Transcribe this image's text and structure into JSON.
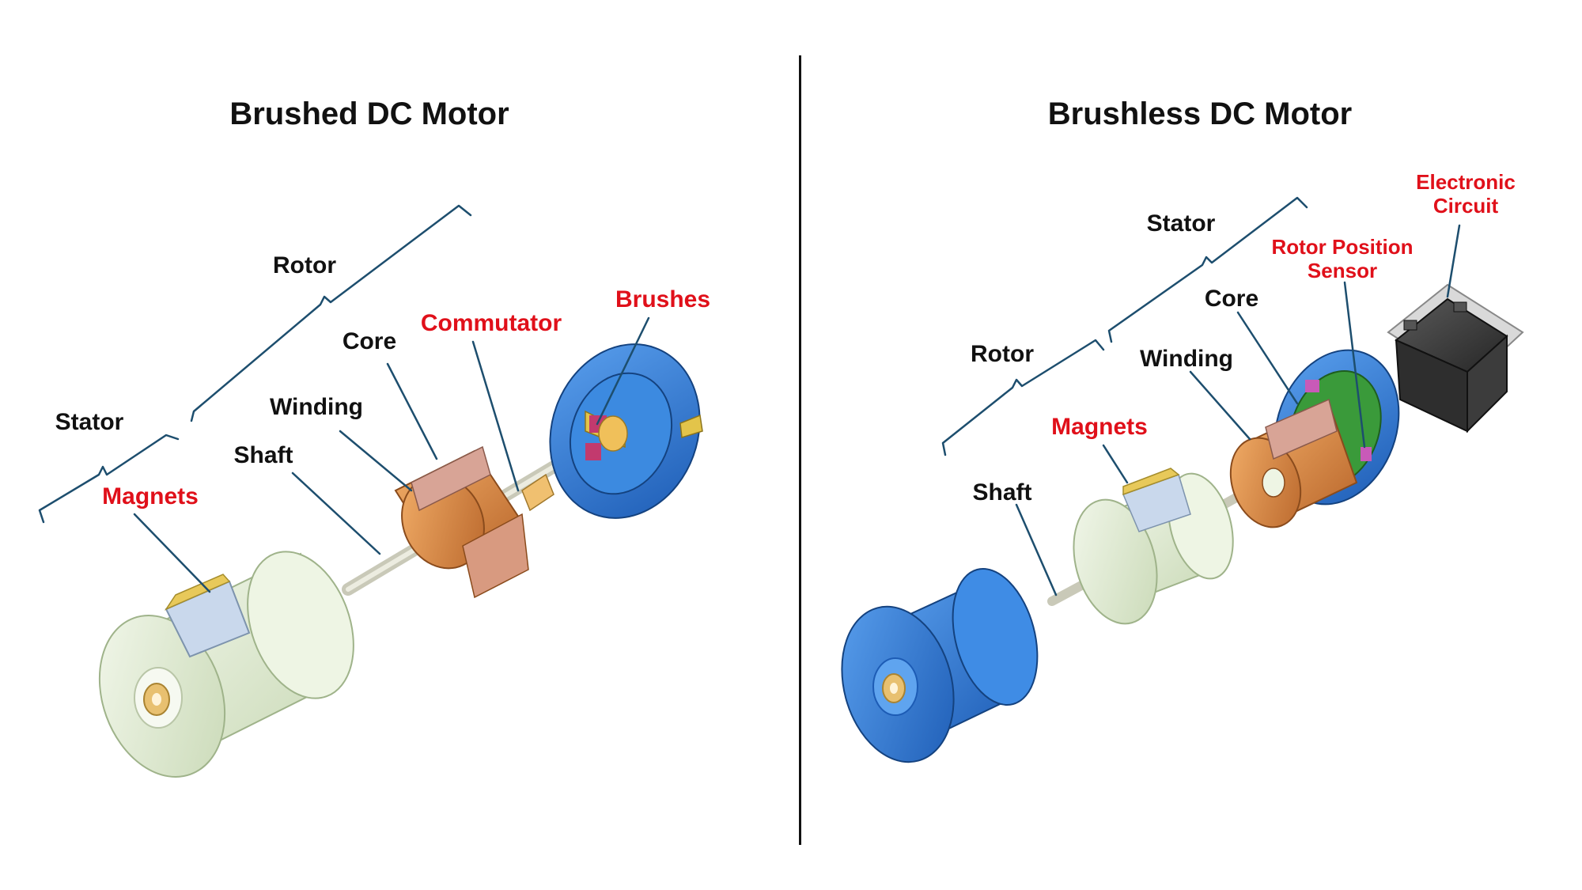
{
  "left": {
    "title": "Brushed DC Motor",
    "labels": {
      "rotor": "Rotor",
      "stator": "Stator",
      "magnets": "Magnets",
      "shaft": "Shaft",
      "winding": "Winding",
      "core": "Core",
      "commutator": "Commutator",
      "brushes": "Brushes"
    }
  },
  "right": {
    "title": "Brushless DC Motor",
    "labels": {
      "stator": "Stator",
      "rotor": "Rotor",
      "core": "Core",
      "winding": "Winding",
      "magnets": "Magnets",
      "shaft": "Shaft",
      "rotor_position_sensor_line1": "Rotor Position",
      "rotor_position_sensor_line2": "Sensor",
      "electronic_circuit_line1": "Electronic",
      "electronic_circuit_line2": "Circuit"
    }
  },
  "colors": {
    "label_red": "#e0101a",
    "leader_line": "#1d4e6e",
    "housing_green": "#e3edd6",
    "housing_blue": "#2f78d4",
    "winding_copper": "#e08a3c",
    "electronics_gray": "#3a3a3a"
  }
}
